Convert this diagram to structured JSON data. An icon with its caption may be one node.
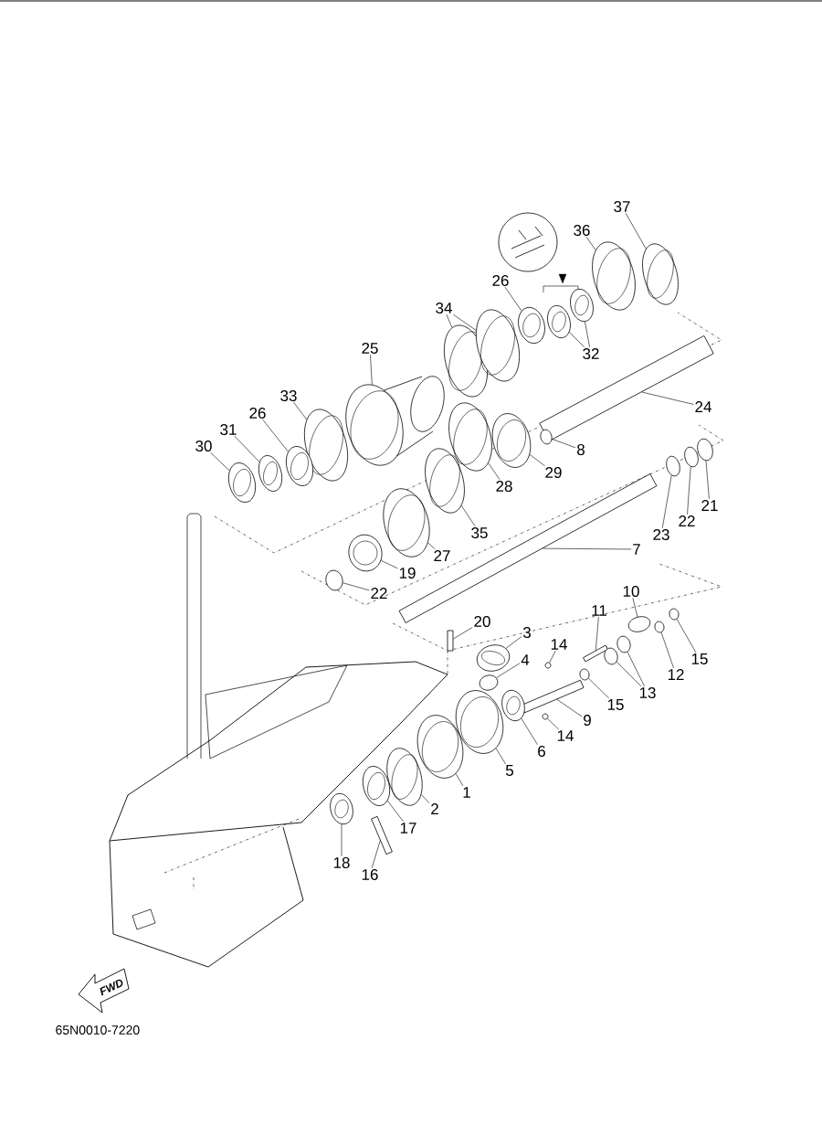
{
  "diagram": {
    "nodes": [
      {
        "text": [
          "37"
        ]
      },
      {
        "text": [
          "36"
        ]
      },
      {
        "text": [
          "26"
        ]
      },
      {
        "text": [
          "34"
        ]
      },
      {
        "text": [
          "25"
        ]
      },
      {
        "text": [
          "32"
        ]
      },
      {
        "text": [
          "24"
        ]
      },
      {
        "text": [
          "33"
        ]
      },
      {
        "text": [
          "26"
        ]
      },
      {
        "text": [
          "31"
        ]
      },
      {
        "text": [
          "30"
        ]
      },
      {
        "text": [
          "8"
        ]
      },
      {
        "text": [
          "28"
        ]
      },
      {
        "text": [
          "29"
        ]
      },
      {
        "text": [
          "21"
        ]
      },
      {
        "text": [
          "22"
        ]
      },
      {
        "text": [
          "23"
        ]
      },
      {
        "text": [
          "35"
        ]
      },
      {
        "text": [
          "27"
        ]
      },
      {
        "text": [
          "7"
        ]
      },
      {
        "text": [
          "19"
        ]
      },
      {
        "text": [
          "22"
        ]
      },
      {
        "text": [
          "20"
        ]
      },
      {
        "text": [
          "3"
        ]
      },
      {
        "text": [
          "10"
        ]
      },
      {
        "text": [
          "11"
        ]
      },
      {
        "text": [
          "14"
        ]
      },
      {
        "text": [
          "4"
        ]
      },
      {
        "text": [
          "13"
        ]
      },
      {
        "text": [
          "12"
        ]
      },
      {
        "text": [
          "15"
        ]
      },
      {
        "text": [
          "15"
        ]
      },
      {
        "text": [
          "9"
        ]
      },
      {
        "text": [
          "14"
        ]
      },
      {
        "text": [
          "6"
        ]
      },
      {
        "text": [
          "5"
        ]
      },
      {
        "text": [
          "1"
        ]
      },
      {
        "text": [
          "2"
        ]
      },
      {
        "text": [
          "17"
        ]
      },
      {
        "text": [
          "18"
        ]
      },
      {
        "text": [
          "16"
        ]
      },
      {
        "text": [],
        "shape": "circle"
      },
      {
        "text": [],
        "shape": "circle"
      },
      {
        "text": [],
        "shape": "circle"
      },
      {
        "text": [],
        "shape": "circle"
      },
      {
        "text": [],
        "shape": "circle"
      },
      {
        "text": [],
        "shape": "circle"
      },
      {
        "text": [],
        "shape": "circle"
      },
      {
        "text": [],
        "shape": "circle"
      },
      {
        "text": [],
        "shape": "bar"
      },
      {
        "text": [],
        "shape": "circle"
      },
      {
        "text": [],
        "shape": "circle"
      },
      {
        "text": [],
        "shape": "circle"
      },
      {
        "text": [],
        "shape": "circle"
      },
      {
        "text": [],
        "shape": "circle"
      },
      {
        "text": [],
        "shape": "circle"
      },
      {
        "text": [],
        "shape": "circle"
      },
      {
        "text": [],
        "shape": "circle"
      },
      {
        "text": [],
        "shape": "circle"
      },
      {
        "text": [],
        "shape": "circle"
      },
      {
        "text": [],
        "shape": "circle"
      },
      {
        "text": [],
        "shape": "circle"
      },
      {
        "text": [],
        "shape": "bar"
      },
      {
        "text": [],
        "shape": "circle"
      },
      {
        "text": [],
        "shape": "circle"
      },
      {
        "text": [],
        "shape": "bar"
      },
      {
        "text": [],
        "shape": "circle"
      },
      {
        "text": [],
        "shape": "circle"
      },
      {
        "text": [],
        "shape": "bar"
      },
      {
        "text": [],
        "shape": "circle"
      },
      {
        "text": [],
        "shape": "circle"
      },
      {
        "text": [],
        "shape": "circle"
      },
      {
        "text": [],
        "shape": "circle"
      },
      {
        "text": [],
        "shape": "circle"
      },
      {
        "text": [],
        "shape": "circle"
      },
      {
        "text": [],
        "shape": "circle"
      },
      {
        "text": [],
        "shape": "bar"
      },
      {
        "text": [],
        "shape": "circle"
      },
      {
        "text": [],
        "shape": "circle"
      },
      {
        "text": [],
        "shape": "circle"
      },
      {
        "text": [],
        "shape": "circle"
      },
      {
        "text": [],
        "shape": "circle"
      },
      {
        "text": [],
        "shape": "circle"
      },
      {
        "text": [],
        "shape": "circle"
      },
      {
        "text": [],
        "shape": "bar"
      }
    ],
    "edges": [
      {
        "from": 0,
        "to": 41,
        "arrow": "none"
      },
      {
        "from": 1,
        "to": 42,
        "arrow": "none"
      },
      {
        "from": 2,
        "to": 43,
        "arrow": "none"
      },
      {
        "from": 3,
        "to": 44,
        "arrow": "none"
      },
      {
        "from": 3,
        "to": 45,
        "arrow": "none"
      },
      {
        "from": 4,
        "to": 46,
        "arrow": "none"
      },
      {
        "from": 5,
        "to": 47,
        "arrow": "none"
      },
      {
        "from": 5,
        "to": 48,
        "arrow": "none"
      },
      {
        "from": 6,
        "to": 49,
        "arrow": "none"
      },
      {
        "from": 7,
        "to": 50,
        "arrow": "none"
      },
      {
        "from": 8,
        "to": 51,
        "arrow": "none"
      },
      {
        "from": 9,
        "to": 52,
        "arrow": "none"
      },
      {
        "from": 10,
        "to": 53,
        "arrow": "none"
      },
      {
        "from": 11,
        "to": 54,
        "arrow": "none"
      },
      {
        "from": 12,
        "to": 55,
        "arrow": "none"
      },
      {
        "from": 13,
        "to": 56,
        "arrow": "none"
      },
      {
        "from": 14,
        "to": 57,
        "arrow": "none"
      },
      {
        "from": 15,
        "to": 58,
        "arrow": "none"
      },
      {
        "from": 16,
        "to": 59,
        "arrow": "none"
      },
      {
        "from": 17,
        "to": 60,
        "arrow": "none"
      },
      {
        "from": 18,
        "to": 61,
        "arrow": "none"
      },
      {
        "from": 19,
        "to": 62,
        "arrow": "none"
      },
      {
        "from": 20,
        "to": 63,
        "arrow": "none"
      },
      {
        "from": 21,
        "to": 64,
        "arrow": "none"
      },
      {
        "from": 22,
        "to": 65,
        "arrow": "none"
      },
      {
        "from": 23,
        "to": 66,
        "arrow": "none"
      },
      {
        "from": 24,
        "to": 67,
        "arrow": "none"
      },
      {
        "from": 25,
        "to": 68,
        "arrow": "none"
      },
      {
        "from": 26,
        "to": 69,
        "arrow": "none"
      },
      {
        "from": 27,
        "to": 70,
        "arrow": "none"
      },
      {
        "from": 28,
        "to": 71,
        "arrow": "none"
      },
      {
        "from": 28,
        "to": 72,
        "arrow": "none"
      },
      {
        "from": 29,
        "to": 73,
        "arrow": "none"
      },
      {
        "from": 30,
        "to": 74,
        "arrow": "none"
      },
      {
        "from": 31,
        "to": 75,
        "arrow": "none"
      },
      {
        "from": 32,
        "to": 76,
        "arrow": "none"
      },
      {
        "from": 33,
        "to": 77,
        "arrow": "none"
      },
      {
        "from": 34,
        "to": 78,
        "arrow": "none"
      },
      {
        "from": 35,
        "to": 79,
        "arrow": "none"
      },
      {
        "from": 36,
        "to": 80,
        "arrow": "none"
      },
      {
        "from": 37,
        "to": 81,
        "arrow": "none"
      },
      {
        "from": 38,
        "to": 82,
        "arrow": "none"
      },
      {
        "from": 39,
        "to": 83,
        "arrow": "none"
      },
      {
        "from": 40,
        "to": 84,
        "arrow": "none"
      }
    ],
    "labels": [
      "FWD",
      "65N0010-7220"
    ]
  }
}
